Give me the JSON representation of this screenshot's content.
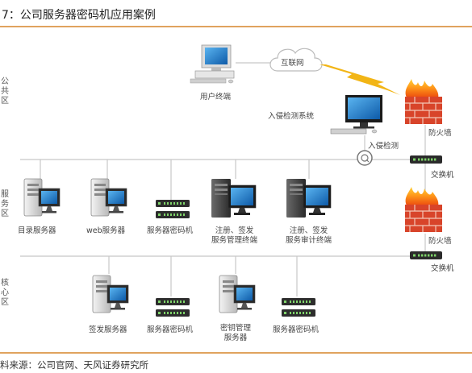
{
  "title": "7：公司服务器密码机应用案例",
  "source": "料来源：公司官网、天风证券研究所",
  "zones": {
    "public": "公共区",
    "service": "服务区",
    "core": "核心区"
  },
  "nodes": {
    "internet": "互联网",
    "user_terminal": "用户终端",
    "ids_system": "入侵检测系统",
    "ids": "入侵检测",
    "firewall_top": "防火墙",
    "switch_top": "交换机",
    "firewall_mid": "防火墙",
    "switch_bottom": "交换机",
    "directory_server": "目录服务器",
    "web_server": "web服务器",
    "crypto_service": "服务器密码机",
    "reg_mgmt_terminal": "注册、签发\n服务管理终端",
    "reg_audit_terminal": "注册、签发\n服务审计终端",
    "signing_server": "签发服务器",
    "crypto_core1": "服务器密码机",
    "key_mgmt_server": "密钥管理\n服务器",
    "crypto_core2": "服务器密码机"
  }
}
